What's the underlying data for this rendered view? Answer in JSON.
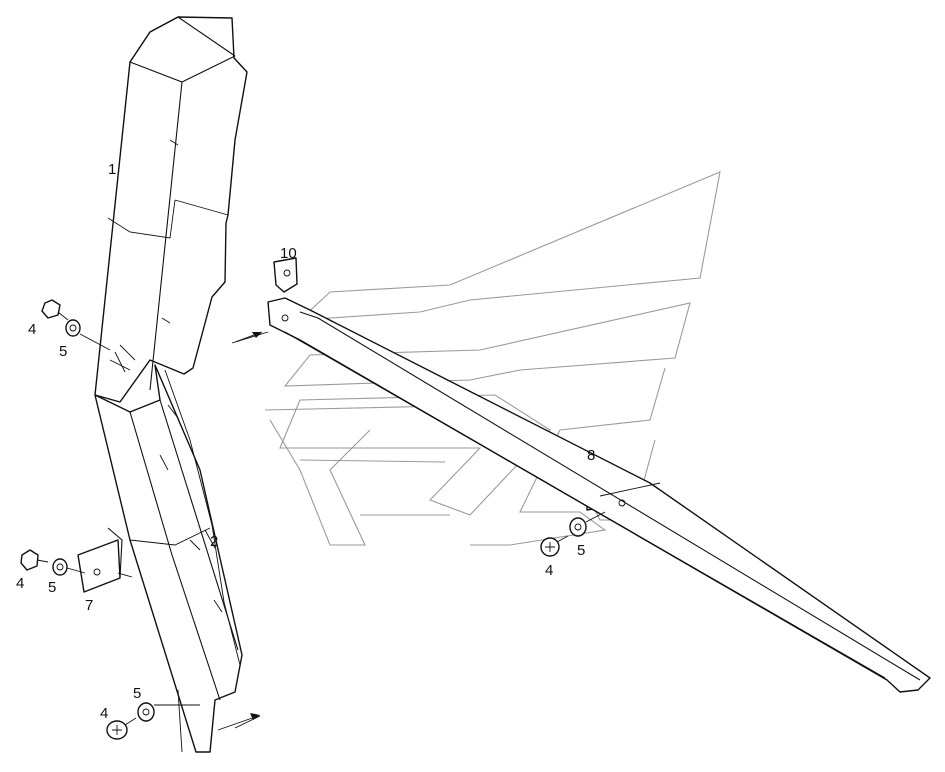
{
  "diagram": {
    "callouts": [
      {
        "id": "c1",
        "text": "1"
      },
      {
        "id": "c2",
        "text": "2"
      },
      {
        "id": "c4a",
        "text": "4"
      },
      {
        "id": "c5a",
        "text": "5"
      },
      {
        "id": "c4b",
        "text": "4"
      },
      {
        "id": "c5b",
        "text": "5"
      },
      {
        "id": "c7",
        "text": "7"
      },
      {
        "id": "c4c",
        "text": "4"
      },
      {
        "id": "c5c",
        "text": "5"
      },
      {
        "id": "c10",
        "text": "10"
      },
      {
        "id": "c8",
        "text": "8"
      },
      {
        "id": "c4d",
        "text": "4"
      },
      {
        "id": "c5d",
        "text": "5"
      }
    ]
  },
  "colors": {
    "line": "#111111",
    "watermark": "#9a9a9a",
    "background": "#ffffff"
  }
}
